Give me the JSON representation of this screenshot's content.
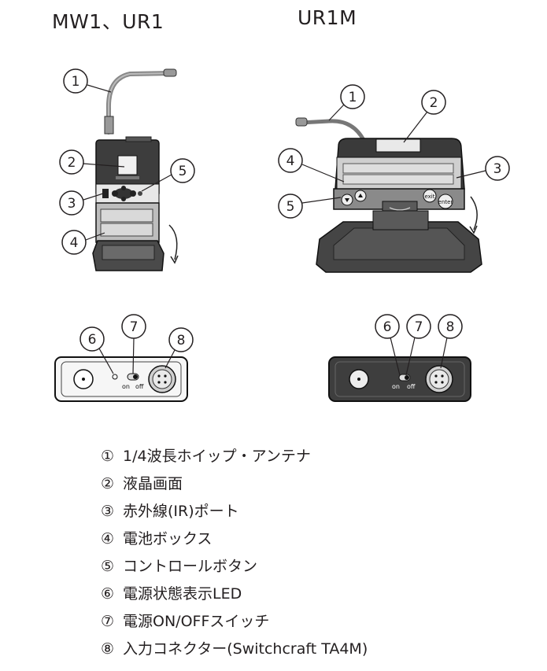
{
  "titles": {
    "left": "MW1、UR1",
    "right": "UR1M"
  },
  "callouts": {
    "left_top": [
      "1",
      "2",
      "3",
      "4",
      "5"
    ],
    "right_top": [
      "1",
      "2",
      "3",
      "4",
      "5"
    ],
    "left_bottom": [
      "6",
      "7",
      "8"
    ],
    "right_bottom": [
      "6",
      "7",
      "8"
    ]
  },
  "switch_labels": {
    "on": "on",
    "off": "off"
  },
  "button_labels": {
    "exit": "exit",
    "enter": "enter"
  },
  "legend": [
    {
      "num": "①",
      "text": "1/4波長ホイップ・アンテナ"
    },
    {
      "num": "②",
      "text": "液晶画面"
    },
    {
      "num": "③",
      "text": "赤外線(IR)ポート"
    },
    {
      "num": "④",
      "text": "電池ボックス"
    },
    {
      "num": "⑤",
      "text": "コントロールボタン"
    },
    {
      "num": "⑥",
      "text": "電源状態表示LED"
    },
    {
      "num": "⑦",
      "text": "電源ON/OFFスイッチ"
    },
    {
      "num": "⑧",
      "text": "入力コネクター(Switchcraft TA4M)"
    }
  ]
}
